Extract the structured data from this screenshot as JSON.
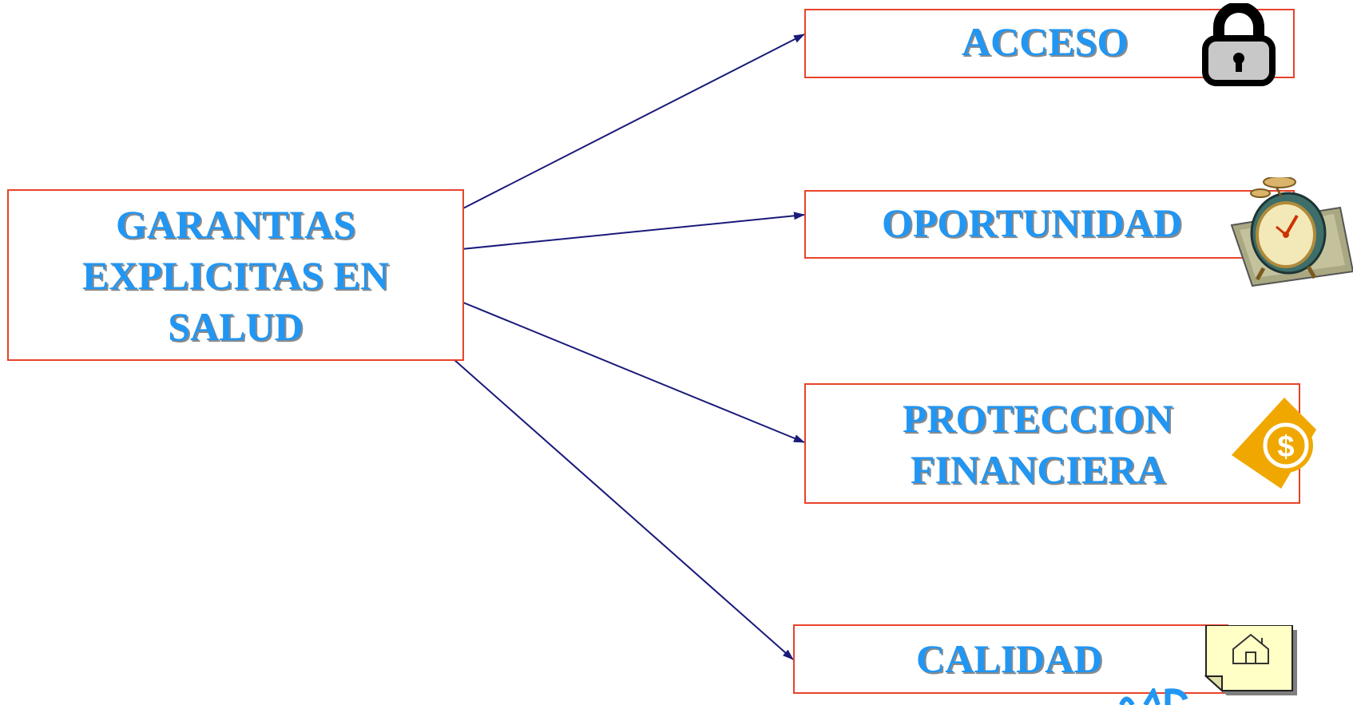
{
  "diagram": {
    "main": {
      "lines": [
        "GARANTIAS",
        "EXPLICITAS EN",
        "SALUD"
      ]
    },
    "items": [
      {
        "label": "ACCESO",
        "icon": "lock-icon"
      },
      {
        "label": "OPORTUNIDAD",
        "icon": "alarm-clock-icon"
      },
      {
        "label_lines": [
          "PROTECCION",
          "FINANCIERA"
        ],
        "icon": "dollar-coin-icon"
      },
      {
        "label": "CALIDAD",
        "icon": "home-icon"
      }
    ],
    "colors": {
      "text": "#2196f3",
      "text_shadow": "#8a8a8a",
      "box_border": "#e8432a",
      "arrow": "#1a1a7a"
    }
  }
}
